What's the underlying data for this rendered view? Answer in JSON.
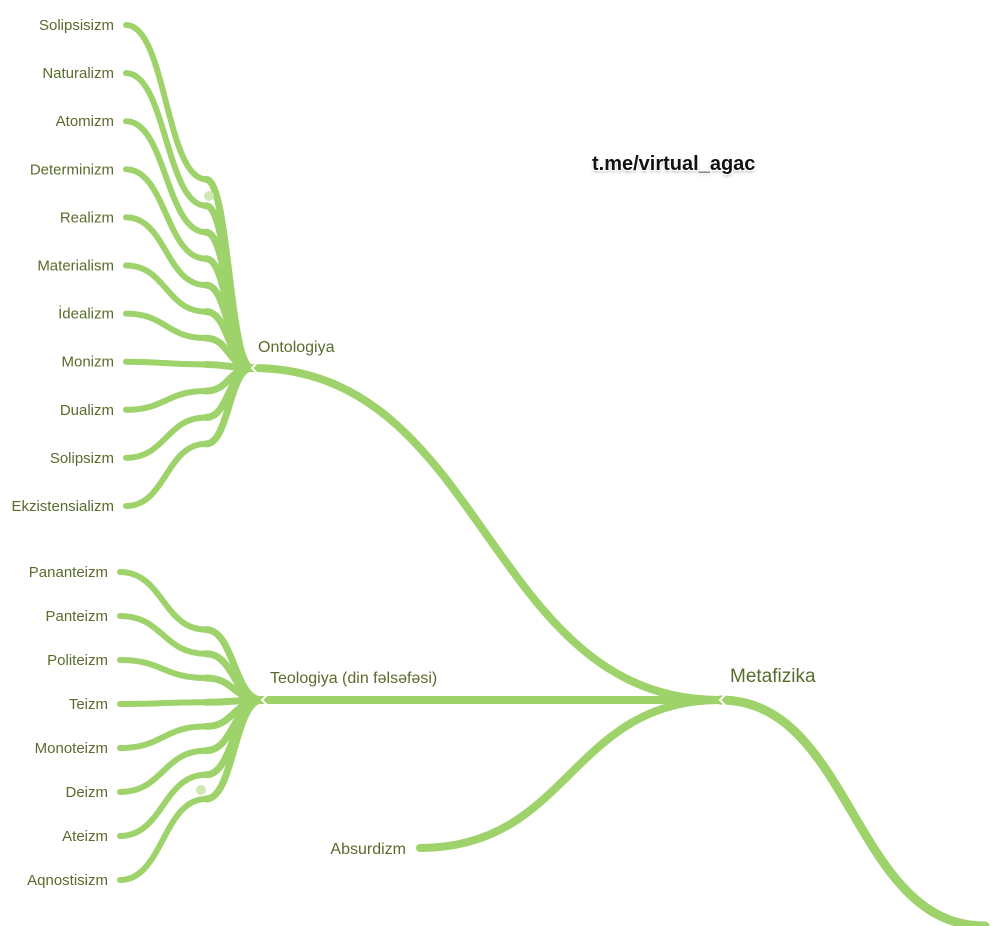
{
  "colors": {
    "branch": "#9ed26a",
    "label": "#5a6b2c"
  },
  "watermark": "t.me/virtual_agac",
  "root": {
    "label": "Metafizika"
  },
  "branches": [
    {
      "id": "ontologiya",
      "label": "Ontologiya",
      "children": [
        "Solipsisizm",
        "Naturalizm",
        "Atomizm",
        "Determinizm",
        "Realizm",
        "Materialism",
        "İdealizm",
        "Monizm",
        "Dualizm",
        "Solipsizm",
        "Ekzistensializm"
      ]
    },
    {
      "id": "teologiya",
      "label": "Teologiya (din fəlsəfəsi)",
      "children": [
        "Pananteizm",
        "Panteizm",
        "Politeizm",
        "Teizm",
        "Monoteizm",
        "Deizm",
        "Ateizm",
        "Aqnostisizm"
      ]
    },
    {
      "id": "absurdizm",
      "label": "Absurdizm",
      "children": []
    }
  ]
}
